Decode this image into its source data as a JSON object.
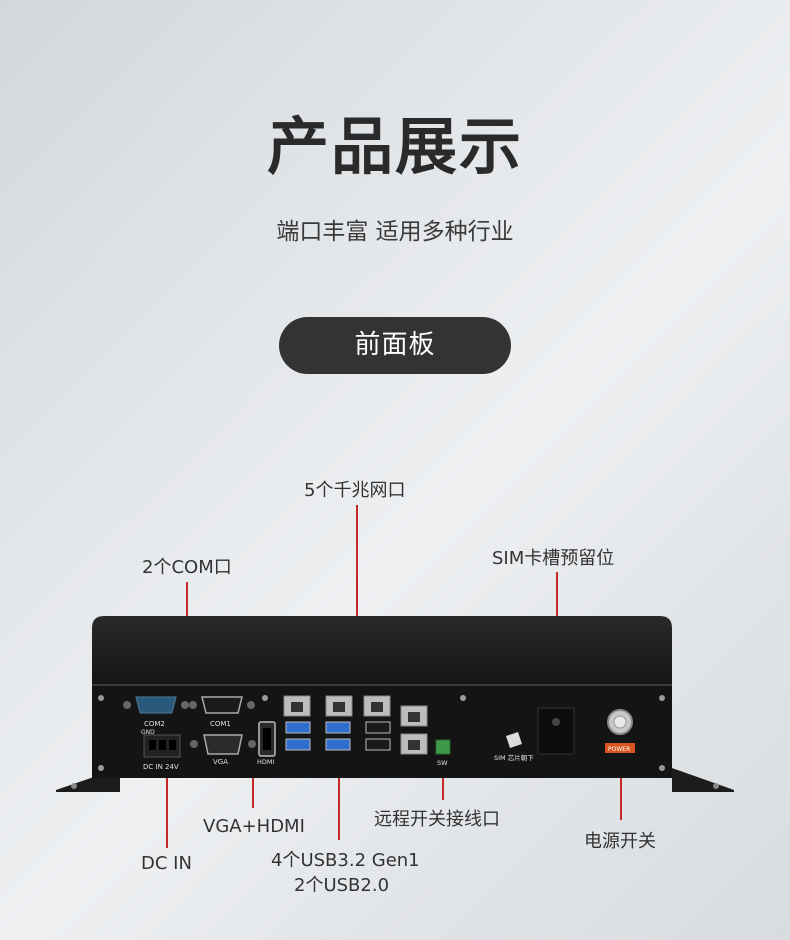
{
  "header": {
    "title": "产品展示",
    "subtitle": "端口丰富 适用多种行业",
    "section_button": "前面板"
  },
  "callouts": {
    "lan": "5个千兆网口",
    "com": "2个COM口",
    "sim": "SIM卡槽预留位",
    "vga_hdmi": "VGA+HDMI",
    "remote_switch": "远程开关接线口",
    "power": "电源开关",
    "dc_in": "DC IN",
    "usb_line1": "4个USB3.2 Gen1",
    "usb_line2": "2个USB2.0"
  },
  "panel_labels": {
    "com2": "COM2",
    "com1": "COM1",
    "gnd": "GND",
    "dc": "DC IN 24V",
    "vga": "VGA",
    "hdmi": "HDMI",
    "sw": "SW",
    "sim_slot": "SIM 芯片朝下",
    "power": "POWER"
  },
  "colors": {
    "leader_line": "#c62828",
    "chassis": "#1f1f1f",
    "power_badge": "#d9531e",
    "usb3_blue": "#2f6fd0"
  }
}
